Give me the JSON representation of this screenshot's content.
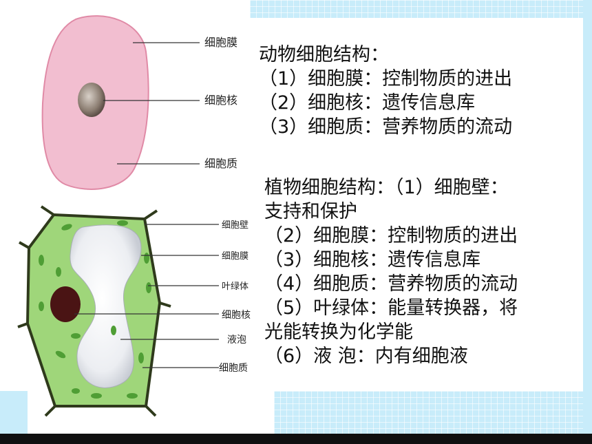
{
  "animal_cell_labels": [
    "细胞膜",
    "细胞核",
    "细胞质"
  ],
  "plant_cell_labels": [
    "细胞壁",
    "细胞膜",
    "叶绿体",
    "细胞核",
    "液泡",
    "细胞质"
  ],
  "animal_text": [
    "动物细胞结构：",
    "（1）细胞膜：控制物质的进出",
    "（2）细胞核：遗传信息库",
    "（3）细胞质：营养物质的流动"
  ],
  "plant_text": [
    "植物细胞结构：（1）细胞壁：",
    "支持和保护",
    "（2）细胞膜：控制物质的进出",
    "（3）细胞核：遗传信息库",
    "（4）细胞质：营养物质的流动",
    "（5）叶绿体：能量转换器，将",
    "光能转换为化学能",
    "（6）液  泡：内有细胞液"
  ],
  "colors": {
    "animal_cytoplasm": "#f2bed0",
    "animal_membrane": "#e08aa6",
    "plant_cytoplasm": "#9fd67a",
    "plant_wall": "#2f3a1c",
    "vacuole": "#eef0f3",
    "nucleus": "#4a1414",
    "background": "#c8ecfa"
  }
}
